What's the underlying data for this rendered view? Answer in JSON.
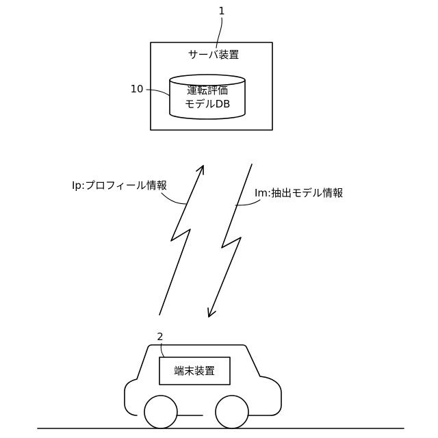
{
  "server": {
    "ref_number": "1",
    "label": "サーバ装置",
    "db": {
      "ref_number": "10",
      "line1": "運転評価",
      "line2": "モデルDB"
    }
  },
  "signals": {
    "uplink_label": "Ip:プロフィール情報",
    "downlink_label": "Im:抽出モデル情報"
  },
  "terminal": {
    "ref_number": "2",
    "label": "端末装置"
  }
}
